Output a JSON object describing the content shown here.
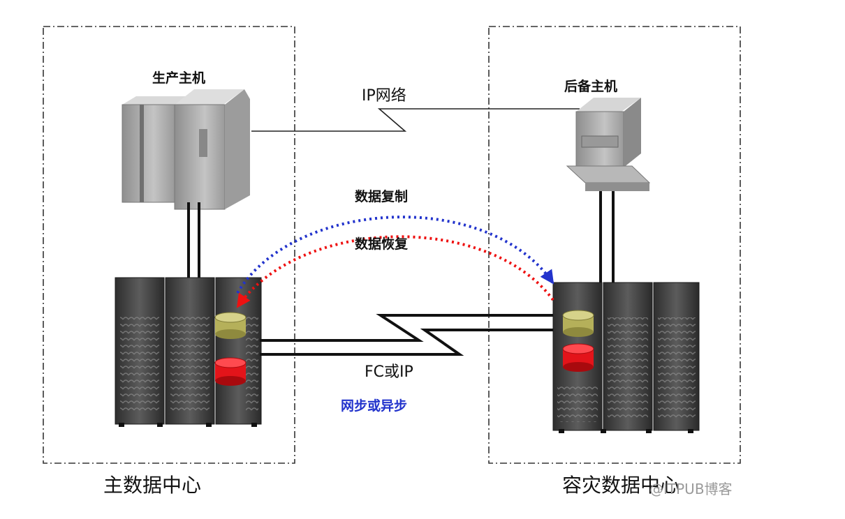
{
  "labels": {
    "production_host": "生产主机",
    "backup_host": "后备主机",
    "ip_network": "IP网络",
    "data_replication": "数据复制",
    "data_recovery": "数据恢复",
    "fc_or_ip": "FC或IP",
    "sync_or_async": "网步或异步",
    "primary_dc": "主数据中心",
    "dr_dc": "容灾数据中心"
  },
  "watermark": "@ITPUB博客",
  "colors": {
    "replication_arrow": "#2233cc",
    "recovery_arrow": "#ee1111",
    "disk_gold": "#b5b05a",
    "disk_red": "#e3141a",
    "server_dark": "#3d3d3d",
    "host_gray": "#a9a9a9"
  },
  "icons": [
    "server-rack-icon",
    "host-computer-icon",
    "disk-cylinder-icon"
  ]
}
